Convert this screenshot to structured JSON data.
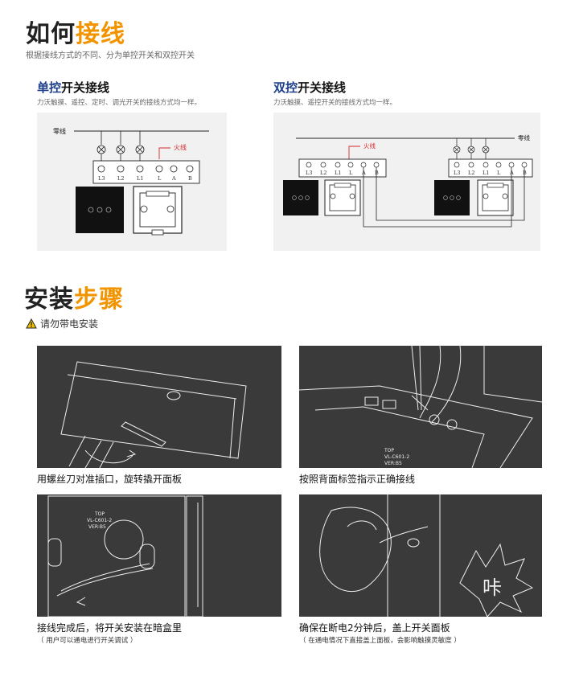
{
  "header": {
    "title_part1": "如何",
    "title_part2": "接线",
    "subtitle": "根据接线方式的不同、分为单控开关和双控开关"
  },
  "single": {
    "title_part1": "单控",
    "title_part2": "开关接线",
    "desc": "力沃触摸、遥控、定时、调光开关的接线方式均一样。",
    "neutral_label": "零线",
    "live_label": "火线",
    "terminals": [
      "L3",
      "L2",
      "L1",
      "L",
      "A",
      "B"
    ]
  },
  "double": {
    "title_part1": "双控",
    "title_part2": "开关接线",
    "desc": "力沃触摸、遥控开关的接线方式均一样。",
    "neutral_label": "零线",
    "live_label": "火线",
    "terminals": [
      "L3",
      "L2",
      "L1",
      "L",
      "A",
      "B"
    ]
  },
  "install": {
    "title_part1": "安装",
    "title_part2": "步骤",
    "warning": "请勿带电安装",
    "steps": [
      {
        "caption": "用螺丝刀对准插口，旋转撬开面板",
        "note": ""
      },
      {
        "caption": "按照背面标签指示正确接线",
        "note": ""
      },
      {
        "caption": "接线完成后，将开关安装在暗盒里",
        "note": "（ 用户可以通电进行开关调试 ）"
      },
      {
        "caption": "确保在断电2分钟后，盖上开关面板",
        "note": "（ 在通电情况下直接盖上面板，会影响触摸灵敏度 ）"
      }
    ],
    "label_top": "TOP",
    "label_model": "VL-C601-2",
    "label_ver": "VER:B5",
    "click_text": "咔"
  },
  "colors": {
    "accent_orange": "#f29400",
    "accent_blue": "#1d3f8c",
    "live_red": "#d8262b"
  }
}
